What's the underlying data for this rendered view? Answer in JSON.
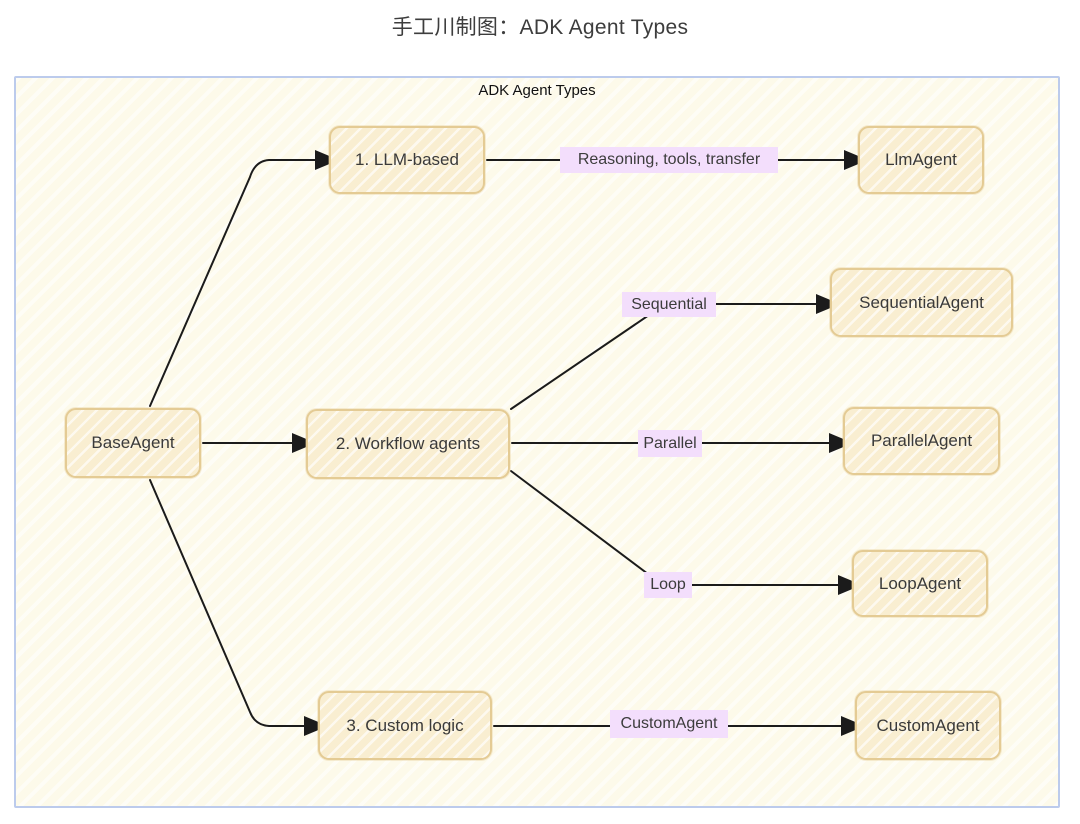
{
  "page_title": "手工川制图：ADK Agent Types",
  "diagram": {
    "title": "ADK Agent Types",
    "nodes": {
      "base_agent": {
        "label": "BaseAgent"
      },
      "llm_based": {
        "label": "1. LLM-based"
      },
      "workflow_agents": {
        "label": "2. Workflow agents"
      },
      "custom_logic": {
        "label": "3. Custom logic"
      },
      "llm_agent": {
        "label": "LlmAgent"
      },
      "sequential_agent": {
        "label": "SequentialAgent"
      },
      "parallel_agent": {
        "label": "ParallelAgent"
      },
      "loop_agent": {
        "label": "LoopAgent"
      },
      "custom_agent": {
        "label": "CustomAgent"
      }
    },
    "edge_labels": {
      "llm": "Reasoning, tools, transfer",
      "sequential": "Sequential",
      "parallel": "Parallel",
      "loop": "Loop",
      "custom": "CustomAgent"
    },
    "colors": {
      "node_fill": "#f9eed1",
      "node_border": "#e4cb94",
      "edge_label_bg": "#f3defc",
      "frame_bg": "#fdfaea",
      "frame_border": "#bccbec",
      "arrow": "#1b1b1b",
      "node_text": "#3a3a3a",
      "title_text": "#3d3d3d"
    }
  }
}
